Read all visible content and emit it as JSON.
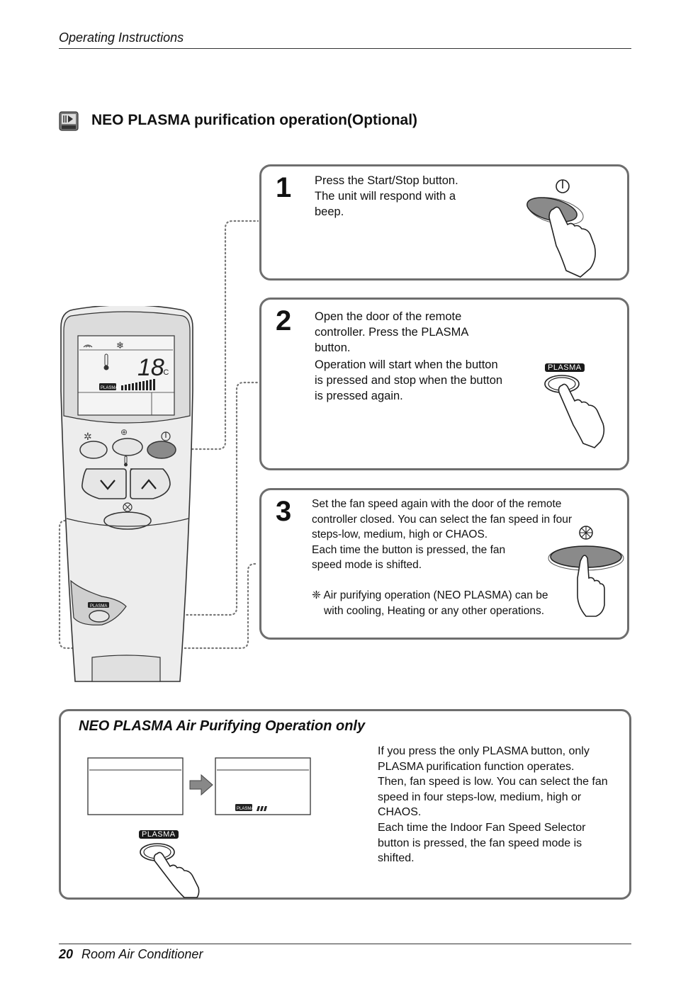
{
  "header": {
    "title": "Operating Instructions"
  },
  "section": {
    "title": "NEO PLASMA purification operation(Optional)",
    "icon": "plasma-icon"
  },
  "steps": [
    {
      "number": "1",
      "text": [
        "Press the Start/Stop button.",
        "The unit will respond with a",
        "beep."
      ]
    },
    {
      "number": "2",
      "text": [
        "Open the door of the remote",
        "controller. Press the PLASMA",
        "button."
      ],
      "text2": [
        "Operation will start when the button",
        "is pressed and stop when the button",
        "is pressed again."
      ],
      "button_label": "PLASMA"
    },
    {
      "number": "3",
      "text": [
        "Set the fan speed again with the door of the remote",
        "controller closed. You can select the fan speed in four",
        "steps-low, medium, high or CHAOS.",
        "Each time the button is pressed, the fan",
        "speed mode is shifted."
      ],
      "note": [
        "❈ Air purifying operation (NEO PLASMA) can be",
        "with cooling, Heating or any other operations."
      ]
    }
  ],
  "remote": {
    "temperature": "18",
    "unit": "°C",
    "plasma_label": "PLASMA",
    "door_label": "PLASMA"
  },
  "plasma_only": {
    "title": "NEO PLASMA Air Purifying Operation only",
    "text": [
      "If you press the only PLASMA button, only",
      "PLASMA purification function operates.",
      "Then, fan speed is low. You can select the fan",
      "speed in four steps-low, medium, high or",
      "CHAOS.",
      "Each time the Indoor Fan Speed Selector",
      "button is pressed, the fan speed mode is",
      "shifted."
    ],
    "button_label": "PLASMA",
    "lcd_label": "PLASMA"
  },
  "footer": {
    "page": "20",
    "title": "Room Air Conditioner"
  }
}
